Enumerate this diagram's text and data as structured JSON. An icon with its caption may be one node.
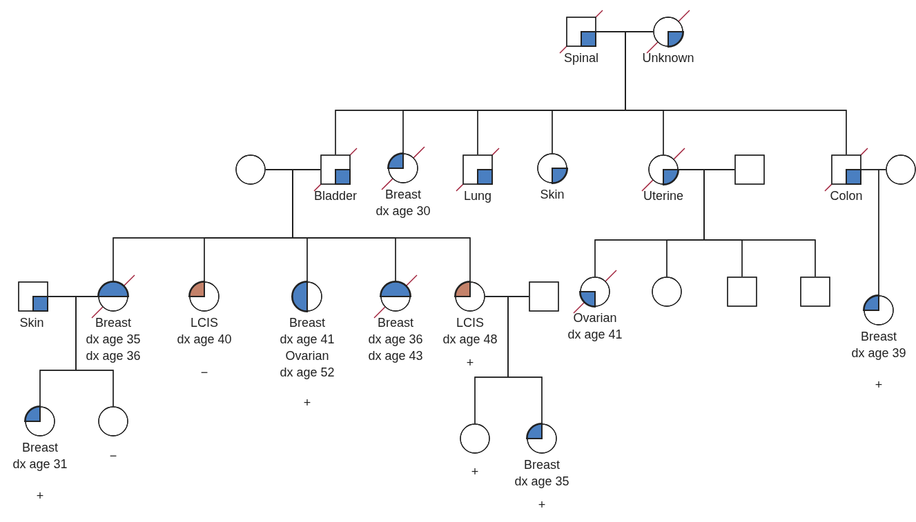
{
  "diagram": {
    "nodes": [
      {
        "text": [],
        "shape": "square",
        "beside": [
          "Spinal"
        ]
      },
      {
        "text": [],
        "shape": "circle",
        "beside": [
          "Unknown"
        ]
      },
      {
        "text": [],
        "shape": "circle"
      },
      {
        "text": [],
        "shape": "square",
        "beside": [
          "Bladder"
        ]
      },
      {
        "text": [],
        "shape": "circle",
        "beside": [
          "Breast",
          "dx age 30"
        ]
      },
      {
        "text": [],
        "shape": "square",
        "beside": [
          "Lung"
        ]
      },
      {
        "text": [],
        "shape": "circle",
        "beside": [
          "Skin"
        ]
      },
      {
        "text": [],
        "shape": "circle",
        "beside": [
          "Uterine"
        ]
      },
      {
        "text": [],
        "shape": "square"
      },
      {
        "text": [],
        "shape": "square",
        "beside": [
          "Colon"
        ]
      },
      {
        "text": [],
        "shape": "circle"
      },
      {
        "text": [],
        "shape": "square",
        "beside": [
          "Skin"
        ]
      },
      {
        "text": [],
        "shape": "circle",
        "beside": [
          "Breast",
          "dx age 35",
          "dx age 36"
        ]
      },
      {
        "text": [],
        "shape": "circle",
        "beside": [
          "LCIS",
          "dx age 40",
          "−"
        ]
      },
      {
        "text": [],
        "shape": "circle",
        "beside": [
          "Breast",
          "dx age 41",
          "Ovarian",
          "dx age 52",
          "+"
        ]
      },
      {
        "text": [],
        "shape": "circle",
        "beside": [
          "Breast",
          "dx age 36",
          "dx age 43"
        ]
      },
      {
        "text": [],
        "shape": "circle",
        "beside": [
          "LCIS",
          "dx age 48",
          "+"
        ]
      },
      {
        "text": [],
        "shape": "square"
      },
      {
        "text": [],
        "shape": "circle",
        "beside": [
          "Ovarian",
          "dx age 41"
        ]
      },
      {
        "text": [],
        "shape": "circle"
      },
      {
        "text": [],
        "shape": "square"
      },
      {
        "text": [],
        "shape": "square"
      },
      {
        "text": [],
        "shape": "circle",
        "beside": [
          "Breast",
          "dx age 39",
          "+"
        ]
      },
      {
        "text": [],
        "shape": "circle",
        "beside": [
          "Breast",
          "dx age 31",
          "+"
        ]
      },
      {
        "text": [],
        "shape": "circle",
        "beside": [
          "−"
        ]
      },
      {
        "text": [],
        "shape": "circle",
        "beside": [
          "+"
        ]
      },
      {
        "text": [],
        "shape": "circle",
        "beside": [
          "Breast",
          "dx age 35",
          "+"
        ]
      }
    ],
    "edges": [
      {
        "from": 0,
        "to": 1,
        "arrow": "none"
      },
      {
        "from": 0,
        "to": 3,
        "arrow": "none"
      },
      {
        "from": 1,
        "to": 3,
        "arrow": "none"
      },
      {
        "from": 0,
        "to": 4,
        "arrow": "none"
      },
      {
        "from": 1,
        "to": 4,
        "arrow": "none"
      },
      {
        "from": 0,
        "to": 5,
        "arrow": "none"
      },
      {
        "from": 1,
        "to": 5,
        "arrow": "none"
      },
      {
        "from": 0,
        "to": 6,
        "arrow": "none"
      },
      {
        "from": 1,
        "to": 6,
        "arrow": "none"
      },
      {
        "from": 0,
        "to": 7,
        "arrow": "none"
      },
      {
        "from": 1,
        "to": 7,
        "arrow": "none"
      },
      {
        "from": 0,
        "to": 9,
        "arrow": "none"
      },
      {
        "from": 1,
        "to": 9,
        "arrow": "none"
      },
      {
        "from": 2,
        "to": 3,
        "arrow": "none"
      },
      {
        "from": 7,
        "to": 8,
        "arrow": "none"
      },
      {
        "from": 9,
        "to": 10,
        "arrow": "none"
      },
      {
        "from": 2,
        "to": 12,
        "arrow": "none"
      },
      {
        "from": 3,
        "to": 12,
        "arrow": "none"
      },
      {
        "from": 2,
        "to": 13,
        "arrow": "none"
      },
      {
        "from": 3,
        "to": 13,
        "arrow": "none"
      },
      {
        "from": 2,
        "to": 14,
        "arrow": "none"
      },
      {
        "from": 3,
        "to": 14,
        "arrow": "none"
      },
      {
        "from": 2,
        "to": 15,
        "arrow": "none"
      },
      {
        "from": 3,
        "to": 15,
        "arrow": "none"
      },
      {
        "from": 2,
        "to": 16,
        "arrow": "none"
      },
      {
        "from": 3,
        "to": 16,
        "arrow": "none"
      },
      {
        "from": 7,
        "to": 18,
        "arrow": "none"
      },
      {
        "from": 8,
        "to": 18,
        "arrow": "none"
      },
      {
        "from": 7,
        "to": 19,
        "arrow": "none"
      },
      {
        "from": 8,
        "to": 19,
        "arrow": "none"
      },
      {
        "from": 7,
        "to": 20,
        "arrow": "none"
      },
      {
        "from": 8,
        "to": 20,
        "arrow": "none"
      },
      {
        "from": 7,
        "to": 21,
        "arrow": "none"
      },
      {
        "from": 8,
        "to": 21,
        "arrow": "none"
      },
      {
        "from": 9,
        "to": 22,
        "arrow": "none"
      },
      {
        "from": 10,
        "to": 22,
        "arrow": "none"
      },
      {
        "from": 11,
        "to": 12,
        "arrow": "none"
      },
      {
        "from": 16,
        "to": 17,
        "arrow": "none"
      },
      {
        "from": 11,
        "to": 23,
        "arrow": "none"
      },
      {
        "from": 12,
        "to": 23,
        "arrow": "none"
      },
      {
        "from": 11,
        "to": 24,
        "arrow": "none"
      },
      {
        "from": 12,
        "to": 24,
        "arrow": "none"
      },
      {
        "from": 16,
        "to": 25,
        "arrow": "none"
      },
      {
        "from": 17,
        "to": 25,
        "arrow": "none"
      },
      {
        "from": 16,
        "to": 26,
        "arrow": "none"
      },
      {
        "from": 17,
        "to": 26,
        "arrow": "none"
      }
    ]
  }
}
